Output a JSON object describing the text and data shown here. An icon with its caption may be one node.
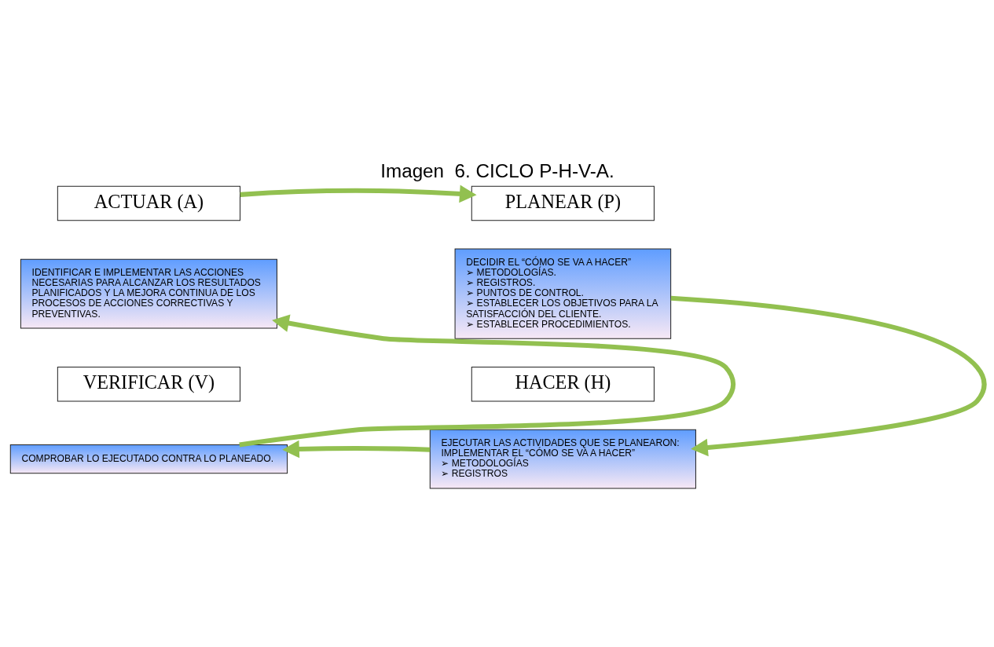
{
  "diagram": {
    "title": "Imagen  6. CICLO P-H-V-A.",
    "nodes": [
      {
        "text": [
          "ACTUAR (A)"
        ]
      },
      {
        "text": [
          "IDENTIFICAR E IMPLEMENTAR LAS ACCIONES NECESARIAS PARA ALCANZAR LOS RESULTADOS PLANIFICADOS Y LA MEJORA CONTINUA DE LOS PROCESOS DE ACCIONES CORRECTIVAS Y PREVENTIVAS."
        ]
      },
      {
        "text": [
          "PLANEAR (P)"
        ]
      },
      {
        "text": [
          "DECIDIR EL “CÓMO SE VA A HACER”",
          "➢ METODOLOGÍAS.",
          "➢ REGISTROS.",
          "➢ PUNTOS DE CONTROL.",
          "➢ ESTABLECER LOS OBJETIVOS PARA LA SATISFACCIÓN DEL CLIENTE.",
          "➢ ESTABLECER PROCEDIMIENTOS."
        ]
      },
      {
        "text": [
          "HACER (H)"
        ]
      },
      {
        "text": [
          "EJECUTAR LAS ACTIVIDADES QUE SE PLANEARON:",
          "IMPLEMENTAR EL “CÓMO SE VA A HACER”",
          "➢ METODOLOGÍAS",
          "➢ REGISTROS"
        ]
      },
      {
        "text": [
          "VERIFICAR (V)"
        ]
      },
      {
        "text": [
          "COMPROBAR LO EJECUTADO CONTRA LO PLANEADO."
        ]
      }
    ],
    "edges": [
      {
        "from": 0,
        "to": 2,
        "arrow": "to"
      },
      {
        "from": 3,
        "to": 5,
        "arrow": "to"
      },
      {
        "from": 5,
        "to": 7,
        "arrow": "to"
      },
      {
        "from": 7,
        "to": 1,
        "arrow": "to"
      }
    ]
  }
}
